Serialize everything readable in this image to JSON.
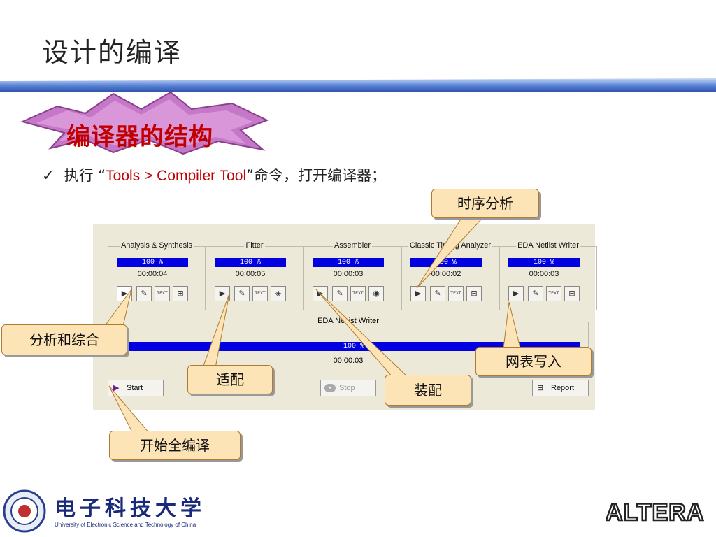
{
  "slide": {
    "title": "设计的编译",
    "banner": "编译器的结构",
    "bullet": {
      "check": "✓",
      "prefix": "执行 “",
      "command": "Tools > Compiler Tool",
      "suffix": "”命令，打开编译器；"
    }
  },
  "compiler": {
    "stages": [
      {
        "label": "Analysis & Synthesis",
        "progress": "100 %",
        "time": "00:00:04"
      },
      {
        "label": "Fitter",
        "progress": "100 %",
        "time": "00:00:05"
      },
      {
        "label": "Assembler",
        "progress": "100 %",
        "time": "00:00:03"
      },
      {
        "label": "Classic Timing Analyzer",
        "progress": "100 %",
        "time": "00:00:02"
      },
      {
        "label": "EDA Netlist Writer",
        "progress": "100 %",
        "time": "00:00:03"
      }
    ],
    "toolbar_text": "TEXT",
    "overall": {
      "label": "EDA Netlist Writer",
      "progress": "100 %",
      "time": "00:00:03"
    },
    "start_label": "Start",
    "stop_label": "Stop",
    "report_label": "Report"
  },
  "callouts": {
    "timing": "时序分析",
    "synthesis": "分析和综合",
    "netlist": "网表写入",
    "fitter": "适配",
    "assembler": "装配",
    "full_compile": "开始全编译"
  },
  "footer": {
    "university_cn": "电子科技大学",
    "university_en": "University of Electronic Science and Technology of China",
    "altera": "ALTERA"
  },
  "colors": {
    "accent_red": "#c00000",
    "progress_blue": "#0000e0",
    "banner_purple": "#c678c8",
    "callout_fill": "#fde4b7"
  }
}
